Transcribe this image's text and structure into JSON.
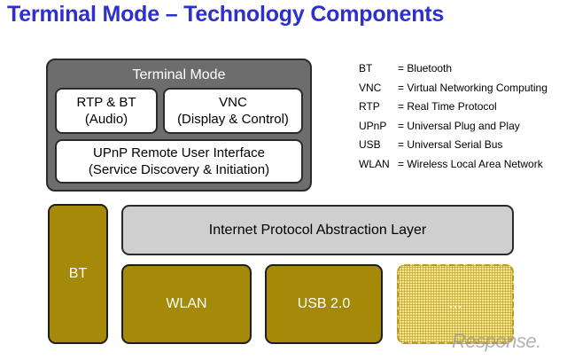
{
  "title": "Terminal Mode – Technology Components",
  "terminal_mode": {
    "title": "Terminal Mode",
    "rtp_bt": {
      "line1": "RTP & BT",
      "line2": "(Audio)"
    },
    "vnc": {
      "line1": "VNC",
      "line2": "(Display & Control)"
    },
    "upnp": {
      "line1": "UPnP Remote User Interface",
      "line2": "(Service Discovery & Initiation)"
    }
  },
  "ip_layer": {
    "label": "Internet Protocol Abstraction Layer"
  },
  "transports": {
    "bt": "BT",
    "wlan": "WLAN",
    "usb": "USB 2.0",
    "more": "…"
  },
  "legend": [
    {
      "abbr": "BT",
      "text": "= Bluetooth"
    },
    {
      "abbr": "VNC",
      "text": "= Virtual Networking Computing"
    },
    {
      "abbr": "RTP",
      "text": "= Real Time Protocol"
    },
    {
      "abbr": "UPnP",
      "text": "= Universal Plug and Play"
    },
    {
      "abbr": "USB",
      "text": "= Universal Serial Bus"
    },
    {
      "abbr": "WLAN",
      "text": "= Wireless Local Area Network"
    }
  ],
  "watermark": "Response.",
  "colors": {
    "title": "#2e2fcf",
    "terminal_mode_bg": "#6d6d6d",
    "olive": "#a48a08",
    "ip_layer_bg": "#cfcfcf",
    "dotted_fill": "#f6e58a"
  }
}
